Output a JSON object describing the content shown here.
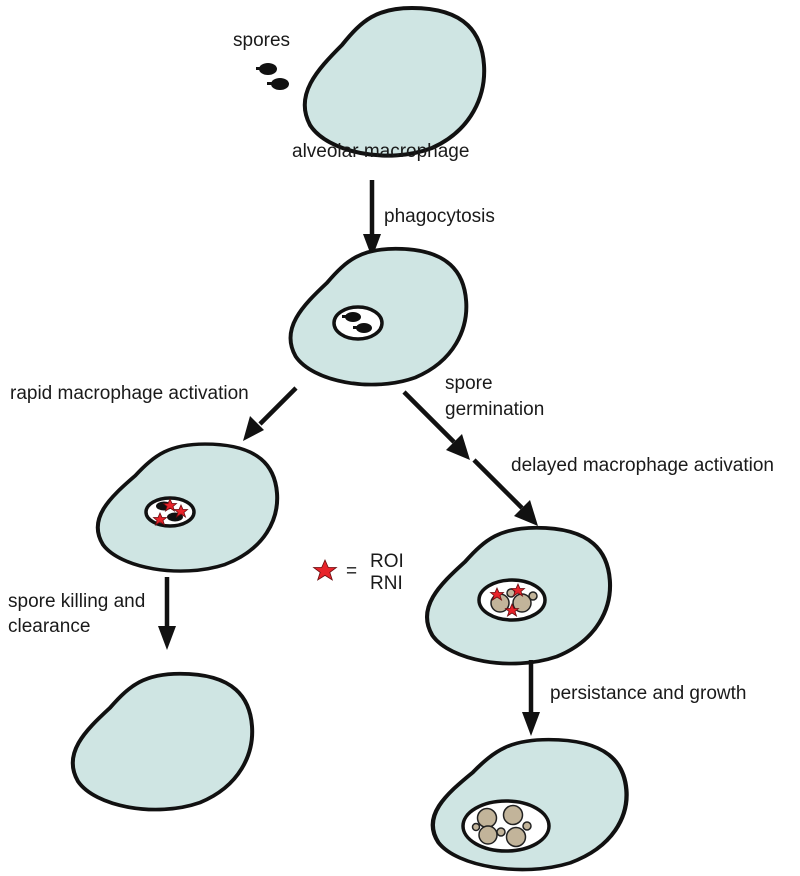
{
  "colors": {
    "cell_fill": "#cfe5e3",
    "outline": "#111111",
    "germinated_fill": "#c2b49a",
    "star": "#e8232a"
  },
  "labels": {
    "spores": "spores",
    "alveolar_macrophage": "alveolar macrophage",
    "phagocytosis": "phagocytosis",
    "rapid_activation": "rapid macrophage activation",
    "spore_germination_line1": "spore",
    "spore_germination_line2": "germination",
    "delayed_activation": "delayed macrophage activation",
    "spore_killing_line1": "spore killing and",
    "spore_killing_line2": "clearance",
    "persistence": "persistance and growth"
  },
  "legend": {
    "equals": "=",
    "line1": "ROI",
    "line2": "RNI"
  }
}
